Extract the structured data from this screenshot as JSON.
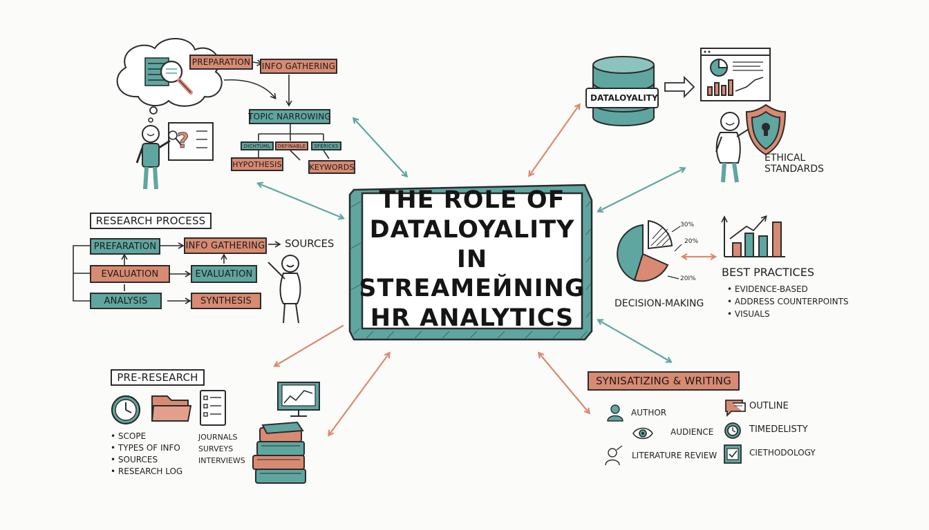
{
  "title_lines": [
    "THE ROLE OF",
    "DATALOYALITY",
    "IN STREAMEЙNING",
    "HR ANALYTICS"
  ],
  "top_left": {
    "preparation": "PREPARATION",
    "info_gathering": "INFO GATHERING",
    "topic_narrowing": "TOPIC NARROWING",
    "sub_boxes": [
      "DICHTUML",
      "DEFINABLE",
      "SFERICKS"
    ],
    "hypothesis": "HYPOTHESIS",
    "keywords": "KEYWORDS"
  },
  "research_process": {
    "heading": "RESEARCH PROCESS",
    "preparation": "PREFARATION",
    "info_gathering": "INFO GATHERING",
    "sources": "SOURCES",
    "evaluation_left": "EVALUATION",
    "evaluation_right": "EVALUATION",
    "analysis": "ANALYSIS",
    "synthesis": "SYNTHESIS"
  },
  "pre_research": {
    "heading": "PRE-RESEARCH",
    "bullets": [
      "SCOPE",
      "TYPES OF INFO",
      "SOURCES",
      "RESEARCH LOG"
    ],
    "doc_lines": [
      "JOURNALS",
      "SURVEYS",
      "INTERVIEWS"
    ]
  },
  "top_right": {
    "database_label": "DATALOYALITY",
    "ethical_line1": "ETHICAL",
    "ethical_line2": "STANDARDS"
  },
  "decision": {
    "label": "DECISION-MAKING",
    "pct_labels": [
      "30%",
      "20%",
      "20I%"
    ]
  },
  "best_practices": {
    "heading": "BEST PRACTICES",
    "bullets": [
      "EVIDENCE-BASED",
      "ADDRESS COUNTERPOINTS",
      "VISUALS"
    ]
  },
  "synthesizing": {
    "heading": "SYNISATIZING & WRITING",
    "items": {
      "author": "AUTHOR",
      "audience": "AUDIENCE",
      "literature_review": "LITERATURE REVIEW",
      "outline": "OUTLINE",
      "timeliness": "TIMEDELISTY",
      "methodology": "CIETHODOLOGY"
    }
  },
  "colors": {
    "teal": "#5fa6a0",
    "coral": "#d98a72",
    "ink": "#2b2b2b",
    "background": "#fbfbf9"
  },
  "icons": [
    "thought-cloud-icon",
    "magnifier-icon",
    "person-icon",
    "question-board-icon",
    "clock-icon",
    "folder-icon",
    "checklist-icon",
    "monitor-chart-icon",
    "books-icon",
    "database-icon",
    "browser-chart-icon",
    "shield-lock-icon",
    "pie-chart-icon",
    "bar-chart-icon",
    "eye-icon",
    "speech-bubble-icon",
    "checkbox-icon"
  ]
}
